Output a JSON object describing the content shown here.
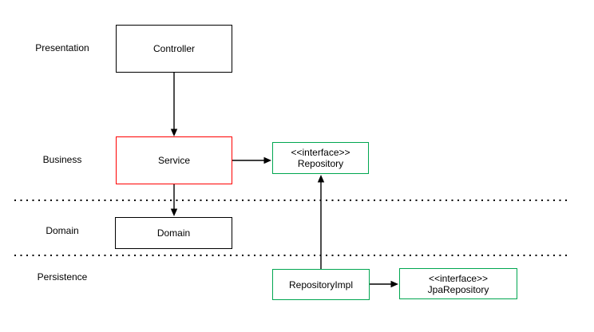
{
  "layers": {
    "presentation": "Presentation",
    "business": "Business",
    "domain": "Domain",
    "persistence": "Persistence"
  },
  "nodes": {
    "controller": {
      "label": "Controller"
    },
    "service": {
      "label": "Service"
    },
    "repository": {
      "stereotype": "<<interface>>",
      "label": "Repository"
    },
    "domain": {
      "label": "Domain"
    },
    "repository_impl": {
      "label": "RepositoryImpl"
    },
    "jpa_repository": {
      "stereotype": "<<interface>>",
      "label": "JpaRepository"
    }
  },
  "colors": {
    "default_stroke": "#000000",
    "highlight_stroke": "#ff0000",
    "interface_stroke": "#00a650",
    "background": "#ffffff"
  }
}
